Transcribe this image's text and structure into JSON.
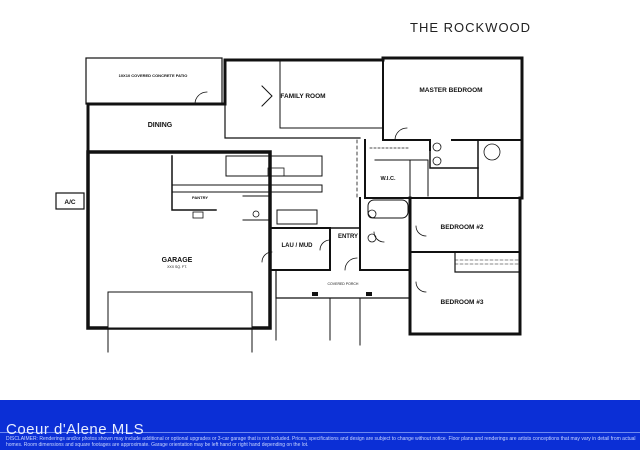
{
  "title": "THE ROCKWOOD",
  "rooms": {
    "patio": "10X10 COVERED CONCRETE PATIO",
    "family_room": "FAMILY ROOM",
    "master_bedroom": "MASTER BEDROOM",
    "dining": "DINING",
    "wic": "W.I.C.",
    "pantry": "PANTRY",
    "garage": "GARAGE",
    "garage_sub": "XXX SQ. FT.",
    "lau_mud": "LAU / MUD",
    "entry": "ENTRY",
    "bedroom2": "BEDROOM #2",
    "bedroom3": "BEDROOM #3",
    "covered_porch": "COVERED PORCH",
    "ac": "A/C"
  },
  "footer": {
    "mls": "Coeur d'Alene MLS",
    "disclaimer": "DISCLAIMER: Renderings and/or photos shown may include additional or optional upgrades or 3-car garage that is not included. Prices, specifications and design are subject to change without notice. Floor plans and renderings are artists conceptions that may vary in detail from actual homes. Room dimensions and square footages are approximate. Garage orientation may be left hand or right hand depending on the lot."
  }
}
